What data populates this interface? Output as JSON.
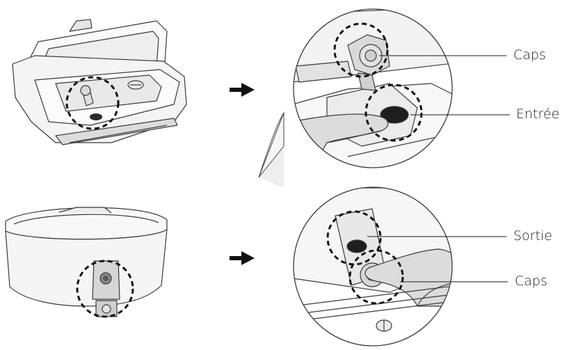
{
  "callouts": {
    "top_caps": "Caps",
    "top_entree": "Entrée",
    "bottom_sortie": "Sortie",
    "bottom_caps": "Caps"
  },
  "icons": {
    "arrow": "right-arrow-icon"
  },
  "colors": {
    "line": "#1a1a1a",
    "outline": "#3a3a3a",
    "body": "#f4f4f4",
    "shade": "#d8d8d8",
    "dark": "#2a2a2a"
  }
}
